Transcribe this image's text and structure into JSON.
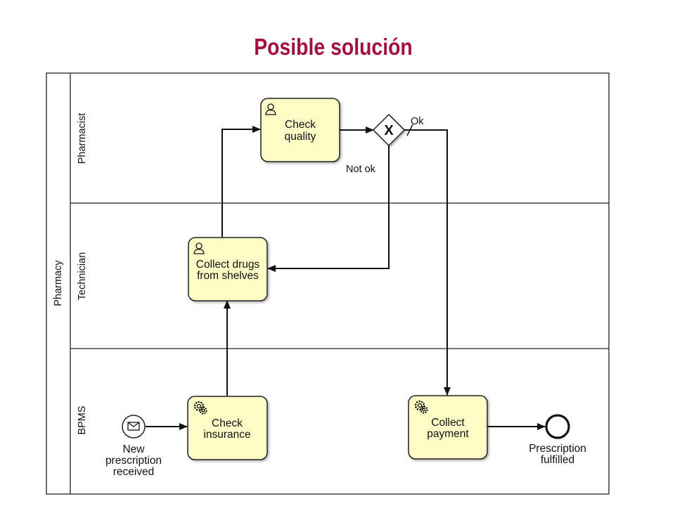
{
  "title": "Posible solución",
  "pool": {
    "name": "Pharmacy"
  },
  "lanes": {
    "pharmacist": "Pharmacist",
    "technician": "Technician",
    "bpms": "BPMS"
  },
  "tasks": {
    "check_quality": {
      "line1": "Check",
      "line2": "quality",
      "kind": "user"
    },
    "collect_drugs": {
      "line1": "Collect drugs",
      "line2": "from shelves",
      "kind": "user"
    },
    "check_insurance": {
      "line1": "Check",
      "line2": "insurance",
      "kind": "service"
    },
    "collect_payment": {
      "line1": "Collect",
      "line2": "payment",
      "kind": "service"
    }
  },
  "gateway": {
    "symbol": "X",
    "ok_label": "Ok",
    "not_ok_label": "Not ok"
  },
  "start_event": {
    "line1": "New",
    "line2": "prescription",
    "line3": "received",
    "icon": "envelope-icon"
  },
  "end_event": {
    "line1": "Prescription",
    "line2": "fulfilled"
  },
  "colors": {
    "title": "#a3123f",
    "task_fill": "#fdfcc6",
    "stroke": "#111111"
  }
}
